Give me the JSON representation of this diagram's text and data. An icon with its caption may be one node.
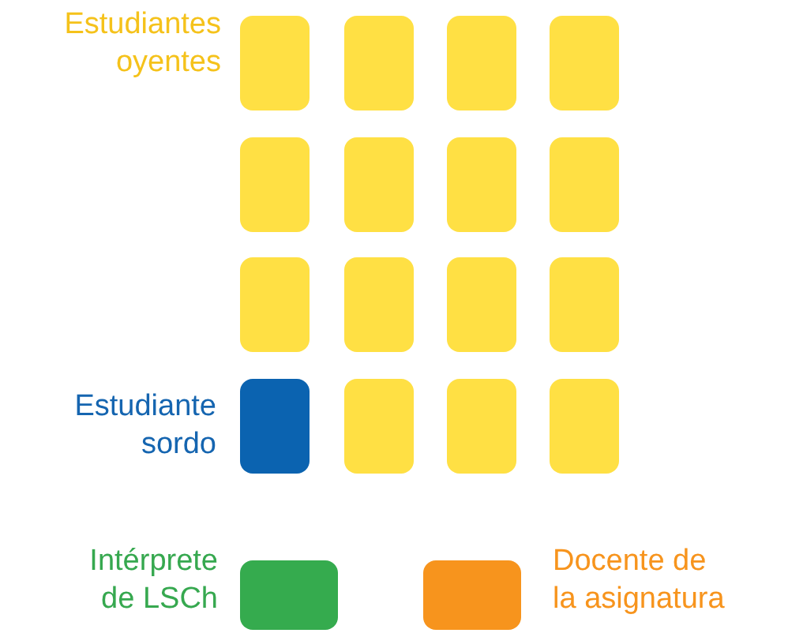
{
  "diagram": {
    "nodes": [
      {
        "text": [],
        "shape": "box",
        "beside": [
          "Estudiantes oyentes"
        ]
      },
      {
        "text": [],
        "shape": "box"
      },
      {
        "text": [],
        "shape": "box"
      },
      {
        "text": [],
        "shape": "box"
      },
      {
        "text": [],
        "shape": "box"
      },
      {
        "text": [],
        "shape": "box"
      },
      {
        "text": [],
        "shape": "box"
      },
      {
        "text": [],
        "shape": "box"
      },
      {
        "text": [],
        "shape": "box"
      },
      {
        "text": [],
        "shape": "box"
      },
      {
        "text": [],
        "shape": "box"
      },
      {
        "text": [],
        "shape": "box"
      },
      {
        "text": [],
        "shape": "box",
        "beside": [
          "Estudiante sordo"
        ]
      },
      {
        "text": [],
        "shape": "box"
      },
      {
        "text": [],
        "shape": "box"
      },
      {
        "text": [],
        "shape": "box"
      },
      {
        "text": [],
        "shape": "box",
        "beside": [
          "Intérprete de LSCh"
        ]
      },
      {
        "text": [],
        "shape": "box",
        "beside": [
          "Docente de la asignatura"
        ]
      }
    ]
  }
}
